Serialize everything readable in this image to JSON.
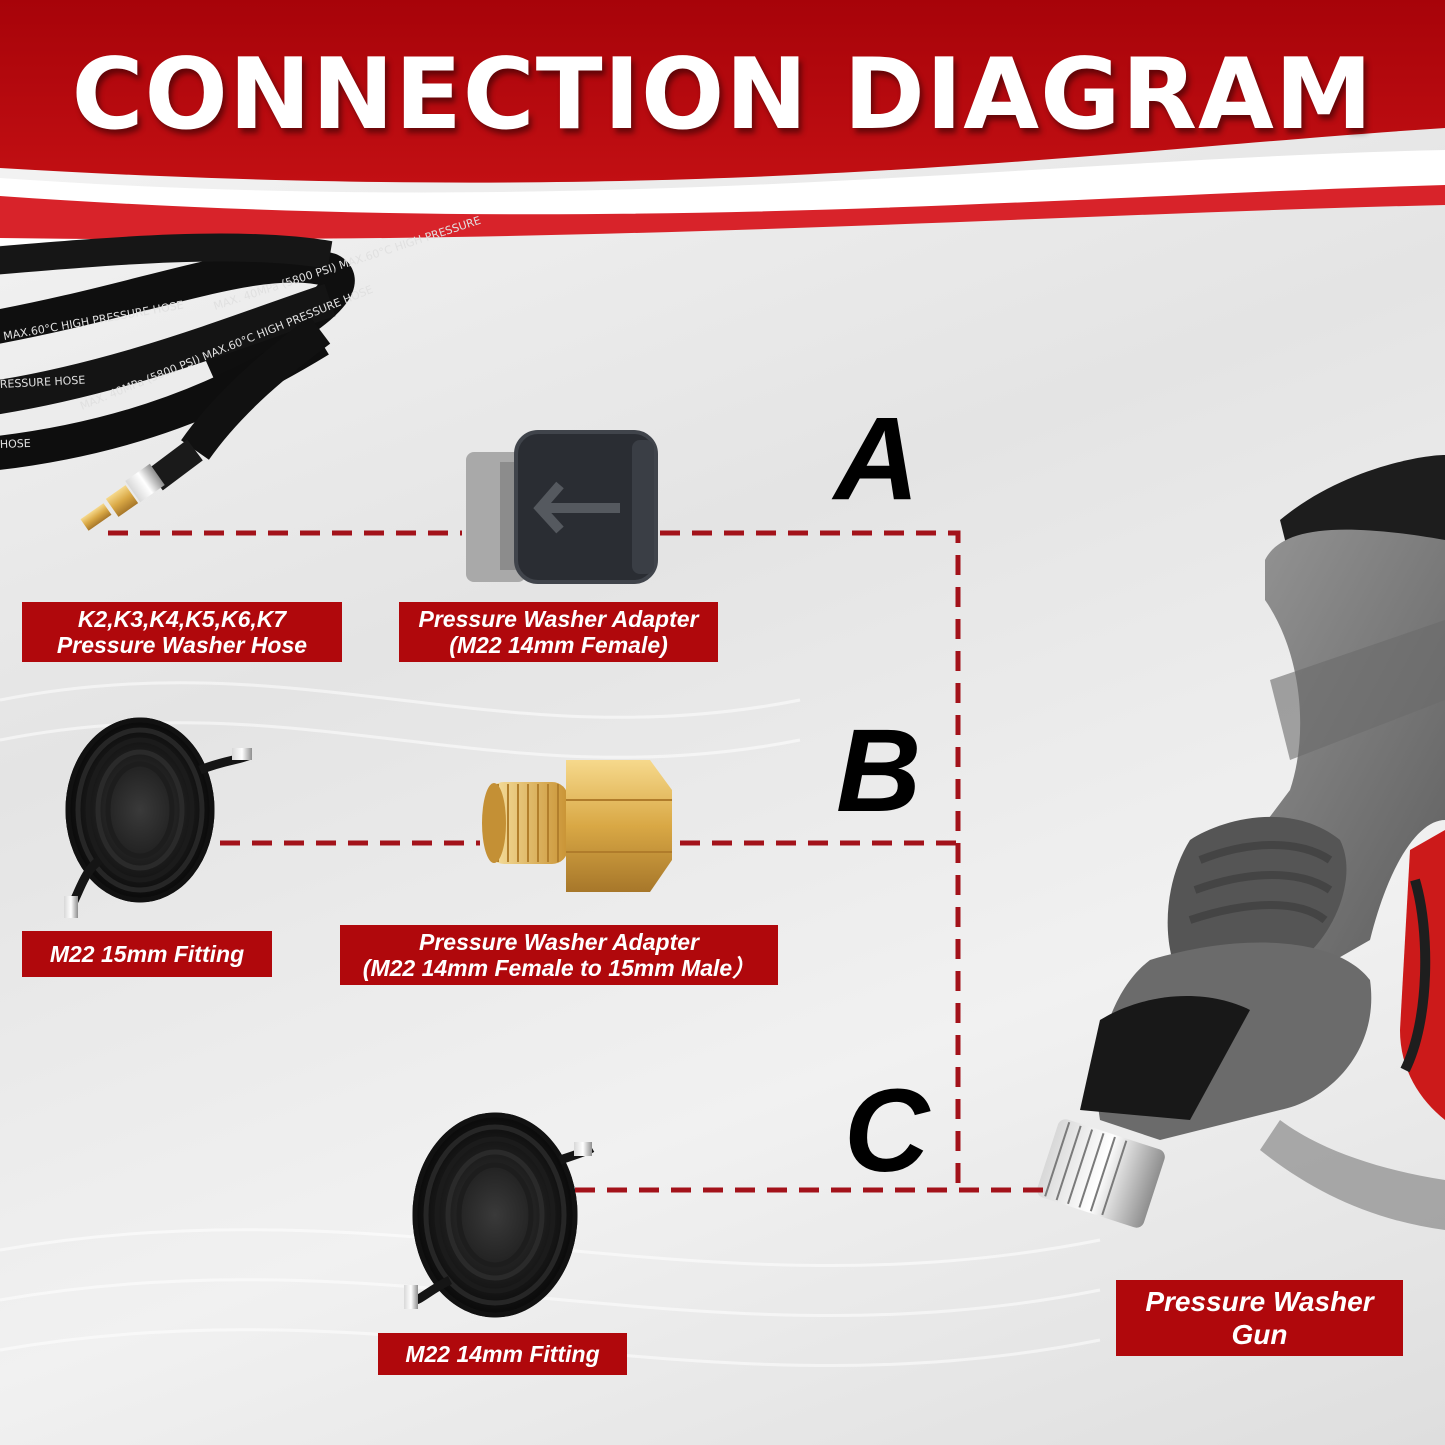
{
  "title": "CONNECTION DIAGRAM",
  "letters": {
    "a": "A",
    "b": "B",
    "c": "C"
  },
  "labels": {
    "hose_k": [
      "K2,K3,K4,K5,K6,K7",
      "Pressure Washer Hose"
    ],
    "adapter_a": [
      "Pressure Washer Adapter",
      "(M22 14mm Female)"
    ],
    "fitting_15": "M22 15mm Fitting",
    "adapter_b": [
      "Pressure Washer Adapter",
      "(M22 14mm Female to 15mm Male）"
    ],
    "fitting_14": "M22 14mm Fitting",
    "gun": [
      "Pressure Washer",
      "Gun"
    ]
  },
  "hose_print": {
    "line1": "MAX.60°C  HIGH PRESSURE HOSE",
    "line2": "RESSURE HOSE",
    "line3": "MAX. 40MPa (5800 PSI)  MAX.60°C  HIGH PRESSURE HOSE",
    "line4": "MAX. 40MPa (5800 PSI)  MAX.60°C  HIGH PRESSURE",
    "line5": "HOSE"
  },
  "colors": {
    "brand_red": "#b0080c",
    "dash_red": "#a3121a",
    "title_text": "#ffffff"
  },
  "icons": [
    "hose-coil-icon",
    "adapter-black-icon",
    "adapter-brass-icon",
    "spray-gun-icon"
  ]
}
